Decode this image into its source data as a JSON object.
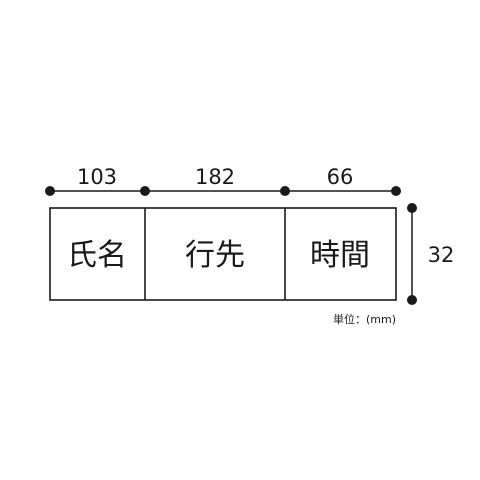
{
  "widths": [
    {
      "label": "103"
    },
    {
      "label": "182"
    },
    {
      "label": "66"
    }
  ],
  "height_label": "32",
  "cells": [
    {
      "label": "氏名"
    },
    {
      "label": "行先"
    },
    {
      "label": "時間"
    }
  ],
  "unit_label": "単位：(mm)",
  "colors": {
    "line": "#1a1a1a",
    "background": "#ffffff"
  }
}
